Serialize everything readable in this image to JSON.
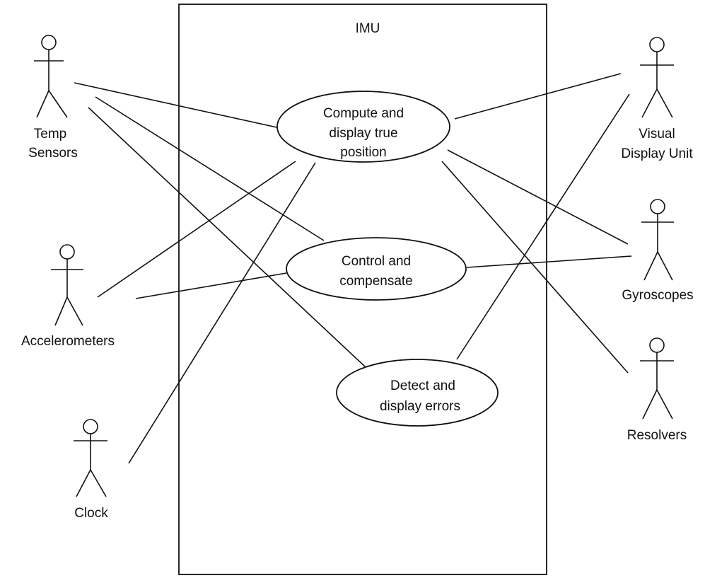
{
  "system": {
    "name": "IMU"
  },
  "use_cases": [
    {
      "id": "compute",
      "lines": [
        "Compute and",
        "display true",
        "position"
      ]
    },
    {
      "id": "control",
      "lines": [
        "Control and",
        "compensate"
      ]
    },
    {
      "id": "detect",
      "lines": [
        "Detect and",
        "display errors"
      ]
    }
  ],
  "actors": [
    {
      "id": "temp",
      "lines": [
        "Temp",
        "Sensors"
      ]
    },
    {
      "id": "accel",
      "lines": [
        "Accelerometers"
      ]
    },
    {
      "id": "clock",
      "lines": [
        "Clock"
      ]
    },
    {
      "id": "vdu",
      "lines": [
        "Visual",
        "Display Unit"
      ]
    },
    {
      "id": "gyro",
      "lines": [
        "Gyroscopes"
      ]
    },
    {
      "id": "resolvers",
      "lines": [
        "Resolvers"
      ]
    }
  ]
}
